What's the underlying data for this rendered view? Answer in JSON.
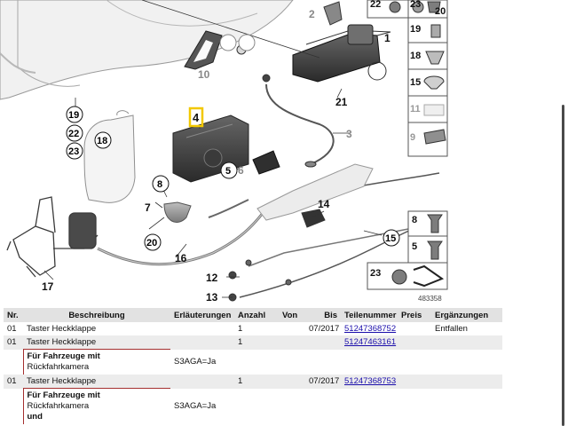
{
  "diagram": {
    "image_number": "483358",
    "callouts": [
      "1",
      "2",
      "3",
      "4",
      "5",
      "6",
      "7",
      "8",
      "9",
      "10",
      "11",
      "12",
      "13",
      "14",
      "15",
      "16",
      "17",
      "18",
      "19",
      "20",
      "21",
      "22",
      "23"
    ],
    "side_panel": [
      "22",
      "23",
      "20",
      "1",
      "19",
      "18",
      "15",
      "11",
      "9",
      "8",
      "5",
      "23"
    ],
    "highlight_color": "#f2c800"
  },
  "table": {
    "headers": {
      "nr": "Nr.",
      "beschreibung": "Beschreibung",
      "erlaeuterungen": "Erläuterungen",
      "anzahl": "Anzahl",
      "von": "Von",
      "bis": "Bis",
      "teilenummer": "Teilenummer",
      "preis": "Preis",
      "ergaenzungen": "Ergänzungen"
    },
    "rows": [
      {
        "nr": "01",
        "beschreibung": "Taster Heckklappe",
        "erlaeuterungen": "",
        "anzahl": "1",
        "von": "",
        "bis": "07/2017",
        "teilenummer": "51247368752",
        "preis": "",
        "ergaenzungen": "Entfallen"
      },
      {
        "nr": "01",
        "beschreibung": "Taster Heckklappe",
        "erlaeuterungen": "",
        "anzahl": "1",
        "von": "",
        "bis": "",
        "teilenummer": "51247463161",
        "preis": "",
        "ergaenzungen": ""
      },
      {
        "note_title": "Für Fahrzeuge mit",
        "note_line": "Rückfahrkamera",
        "erlaeuterungen": "S3AGA=Ja"
      },
      {
        "nr": "01",
        "beschreibung": "Taster Heckklappe",
        "erlaeuterungen": "",
        "anzahl": "1",
        "von": "",
        "bis": "07/2017",
        "teilenummer": "51247368753",
        "preis": "",
        "ergaenzungen": ""
      },
      {
        "note_title": "Für Fahrzeuge mit",
        "note_line": "Rückfahrkamera",
        "note_extra": "und",
        "erlaeuterungen": "S3AGA=Ja"
      }
    ]
  }
}
